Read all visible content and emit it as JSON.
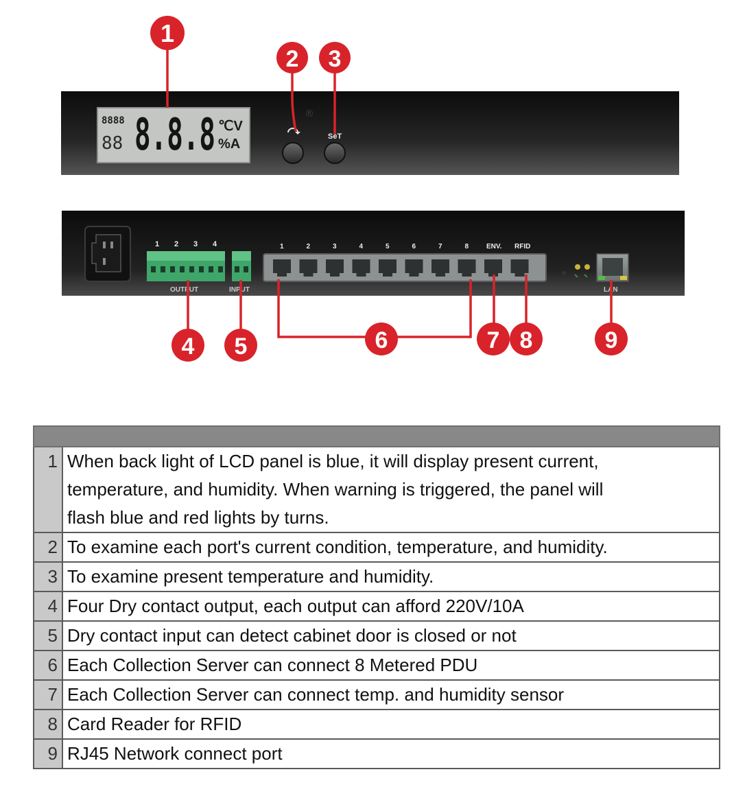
{
  "callouts": [
    "1",
    "2",
    "3",
    "4",
    "5",
    "6",
    "7",
    "8",
    "9"
  ],
  "front_panel": {
    "lcd_small_top": "8888",
    "lcd_small_bottom": "88",
    "lcd_main": "8.8.8",
    "lcd_unit_top": "℃V",
    "lcd_unit_bottom": "%A",
    "set_label": "SeT"
  },
  "rear_panel": {
    "output_numbers": [
      "1",
      "2",
      "3",
      "4"
    ],
    "output_label": "OUTPUT",
    "input_label": "INPUT",
    "port_numbers": [
      "1",
      "2",
      "3",
      "4",
      "5",
      "6",
      "7",
      "8"
    ],
    "env_label": "ENV.",
    "rfid_label": "RFID",
    "lan_label": "LAN"
  },
  "colors": {
    "callout_red": "#d8232a",
    "panel_dark": "#1e1e1e",
    "lcd_bg": "#c4c6c3"
  },
  "legend": {
    "header": "",
    "rows": [
      {
        "num": "1",
        "lines": [
          "When back light of LCD panel is blue, it will display present current,",
          "temperature, and humidity. When warning is triggered, the panel will",
          "flash blue and red lights by turns."
        ]
      },
      {
        "num": "2",
        "lines": [
          "To examine each port's current condition, temperature, and humidity."
        ]
      },
      {
        "num": "3",
        "lines": [
          "To examine present temperature and humidity."
        ]
      },
      {
        "num": "4",
        "lines": [
          "Four Dry contact output, each output can afford 220V/10A"
        ]
      },
      {
        "num": "5",
        "lines": [
          "Dry contact input can detect cabinet door is closed or not"
        ]
      },
      {
        "num": "6",
        "lines": [
          "Each Collection Server can connect 8 Metered PDU"
        ]
      },
      {
        "num": "7",
        "lines": [
          "Each Collection Server can connect temp. and humidity sensor"
        ]
      },
      {
        "num": "8",
        "lines": [
          "Card Reader for RFID"
        ]
      },
      {
        "num": "9",
        "lines": [
          "RJ45 Network connect port"
        ]
      }
    ]
  }
}
